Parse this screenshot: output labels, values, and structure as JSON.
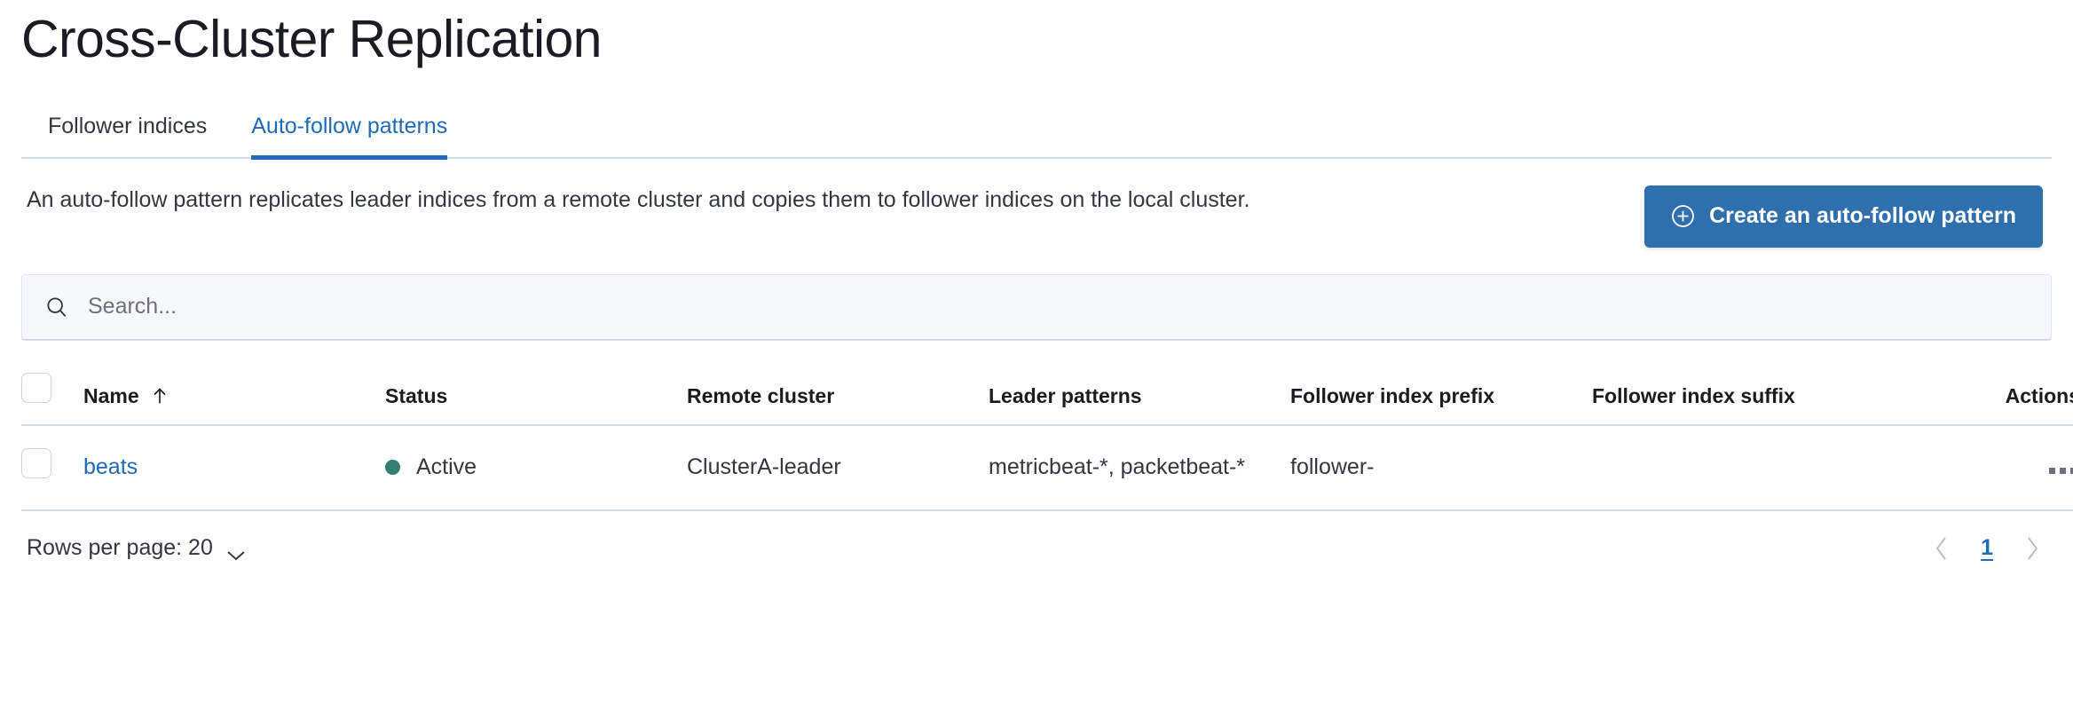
{
  "header": {
    "title": "Cross-Cluster Replication"
  },
  "tabs": [
    {
      "label": "Follower indices",
      "active": false
    },
    {
      "label": "Auto-follow patterns",
      "active": true
    }
  ],
  "intro": {
    "description": "An auto-follow pattern replicates leader indices from a remote cluster and copies them to follower indices on the local cluster.",
    "create_button_label": "Create an auto-follow pattern",
    "create_button_icon": "plus-in-circle-icon",
    "create_button_color": "#2f6fae"
  },
  "search": {
    "value": "",
    "placeholder": "Search...",
    "icon": "search-icon"
  },
  "table": {
    "columns": [
      "Name",
      "Status",
      "Remote cluster",
      "Leader patterns",
      "Follower index prefix",
      "Follower index suffix",
      "Actions"
    ],
    "sort": {
      "column": "Name",
      "direction": "asc",
      "icon": "arrow-up-icon"
    },
    "select_all_checked": false,
    "rows": [
      {
        "checked": false,
        "name": "beats",
        "status": "Active",
        "status_color": "#357f70",
        "remote_cluster": "ClusterA-leader",
        "leader_patterns": "metricbeat-*, packetbeat-*",
        "follower_index_prefix": "follower-",
        "follower_index_suffix": "",
        "actions_icon": "more-actions-icon"
      }
    ]
  },
  "footer": {
    "rows_per_page_label": "Rows per page: 20",
    "rows_per_page_icon": "chevron-down-icon",
    "pagination": {
      "prev_icon": "chevron-left-icon",
      "next_icon": "chevron-right-icon",
      "current_page": "1"
    }
  }
}
